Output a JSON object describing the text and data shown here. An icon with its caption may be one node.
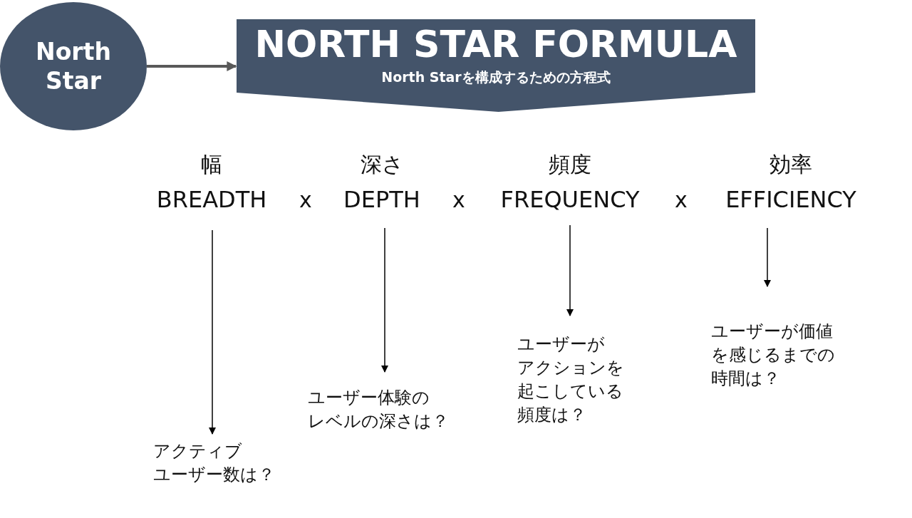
{
  "diagram": {
    "nodes": [
      {
        "text": [
          "North Star"
        ]
      },
      {
        "text": [
          "NORTH STAR FORMULA",
          "North Starを構成するための方程式"
        ]
      },
      {
        "text": [
          "幅",
          "BREADTH"
        ]
      },
      {
        "text": [
          "深さ",
          "DEPTH"
        ]
      },
      {
        "text": [
          "頻度",
          "FREQUENCY"
        ]
      },
      {
        "text": [
          "効率",
          "EFFICIENCY"
        ]
      },
      {
        "text": [
          "アクティブユーザー数は？"
        ]
      },
      {
        "text": [
          "ユーザー体験のレベルの深さは？"
        ]
      },
      {
        "text": [
          "ユーザーがアクションを起こしている頻度は？"
        ]
      },
      {
        "text": [
          "ユーザーが価値を感じるまでの時間は？"
        ]
      }
    ],
    "edges": [
      {
        "from": 0,
        "to": 1,
        "arrow": "to",
        "style": "thick",
        "color": "#595959"
      },
      {
        "from": 2,
        "to": 6,
        "arrow": "to"
      },
      {
        "from": 3,
        "to": 7,
        "arrow": "to"
      },
      {
        "from": 4,
        "to": 8,
        "arrow": "to"
      },
      {
        "from": 5,
        "to": 9,
        "arrow": "to"
      }
    ],
    "labels": [
      "x",
      "x",
      "x"
    ]
  }
}
